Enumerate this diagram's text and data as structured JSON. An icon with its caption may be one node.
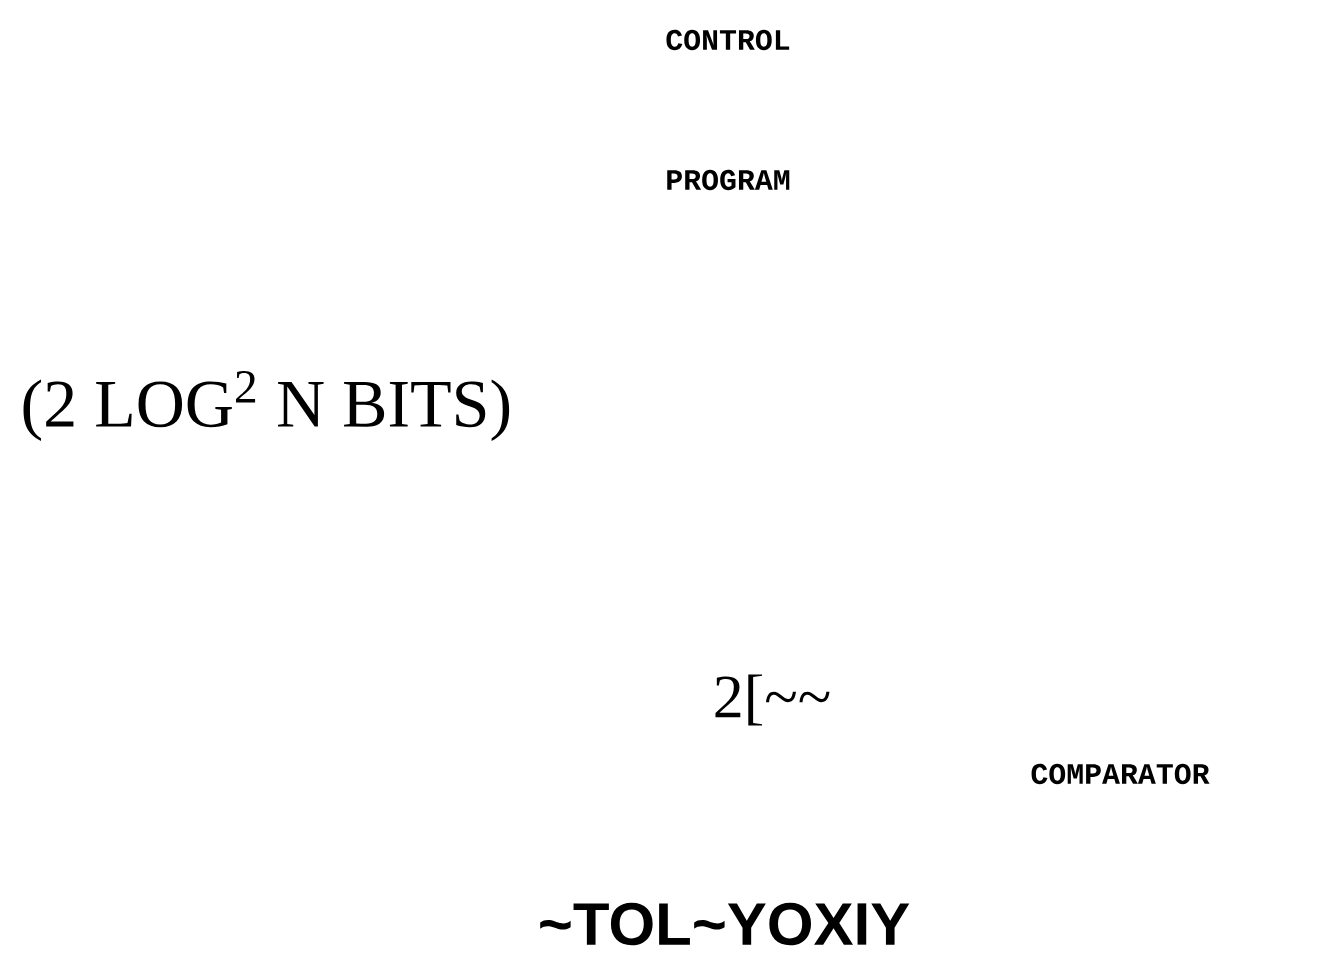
{
  "diagram": {
    "labels": [
      "CONTROL",
      "PROGRAM",
      "(2 LOG$^{2}$ N BITS)",
      "2[~~",
      "COMPARATOR",
      "~TOL~YOXIY"
    ]
  }
}
